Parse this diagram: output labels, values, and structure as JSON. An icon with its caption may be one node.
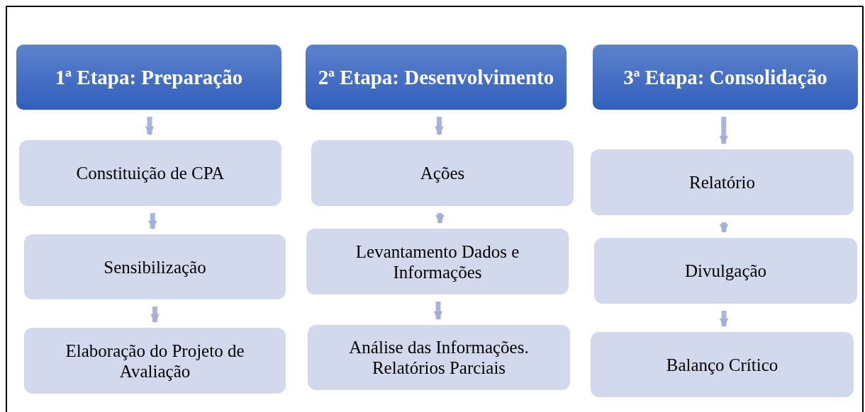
{
  "diagram": {
    "nodes": [
      {
        "text": [
          "1ª Etapa: Preparação"
        ]
      },
      {
        "text": [
          "Constituição de CPA"
        ]
      },
      {
        "text": [
          "Sensibilização"
        ]
      },
      {
        "text": [
          "Elaboração do Projeto de Avaliação"
        ]
      },
      {
        "text": [
          "2ª Etapa: Desenvolvimento"
        ]
      },
      {
        "text": [
          "Ações"
        ]
      },
      {
        "text": [
          "Levantamento Dados e Informações"
        ]
      },
      {
        "text": [
          "Análise das Informações. Relatórios Parciais"
        ]
      },
      {
        "text": [
          "3ª Etapa: Consolidação"
        ]
      },
      {
        "text": [
          "Relatório"
        ]
      },
      {
        "text": [
          "Divulgação"
        ]
      },
      {
        "text": [
          "Balanço Crítico"
        ]
      }
    ],
    "edges": [
      {
        "from": 0,
        "to": 1,
        "arrow": "to"
      },
      {
        "from": 1,
        "to": 2,
        "arrow": "to"
      },
      {
        "from": 2,
        "to": 3,
        "arrow": "to"
      },
      {
        "from": 4,
        "to": 5,
        "arrow": "to"
      },
      {
        "from": 5,
        "to": 6,
        "arrow": "to"
      },
      {
        "from": 6,
        "to": 7,
        "arrow": "to"
      },
      {
        "from": 8,
        "to": 9,
        "arrow": "to"
      },
      {
        "from": 9,
        "to": 10,
        "arrow": "to"
      },
      {
        "from": 10,
        "to": 11,
        "arrow": "to"
      }
    ]
  }
}
